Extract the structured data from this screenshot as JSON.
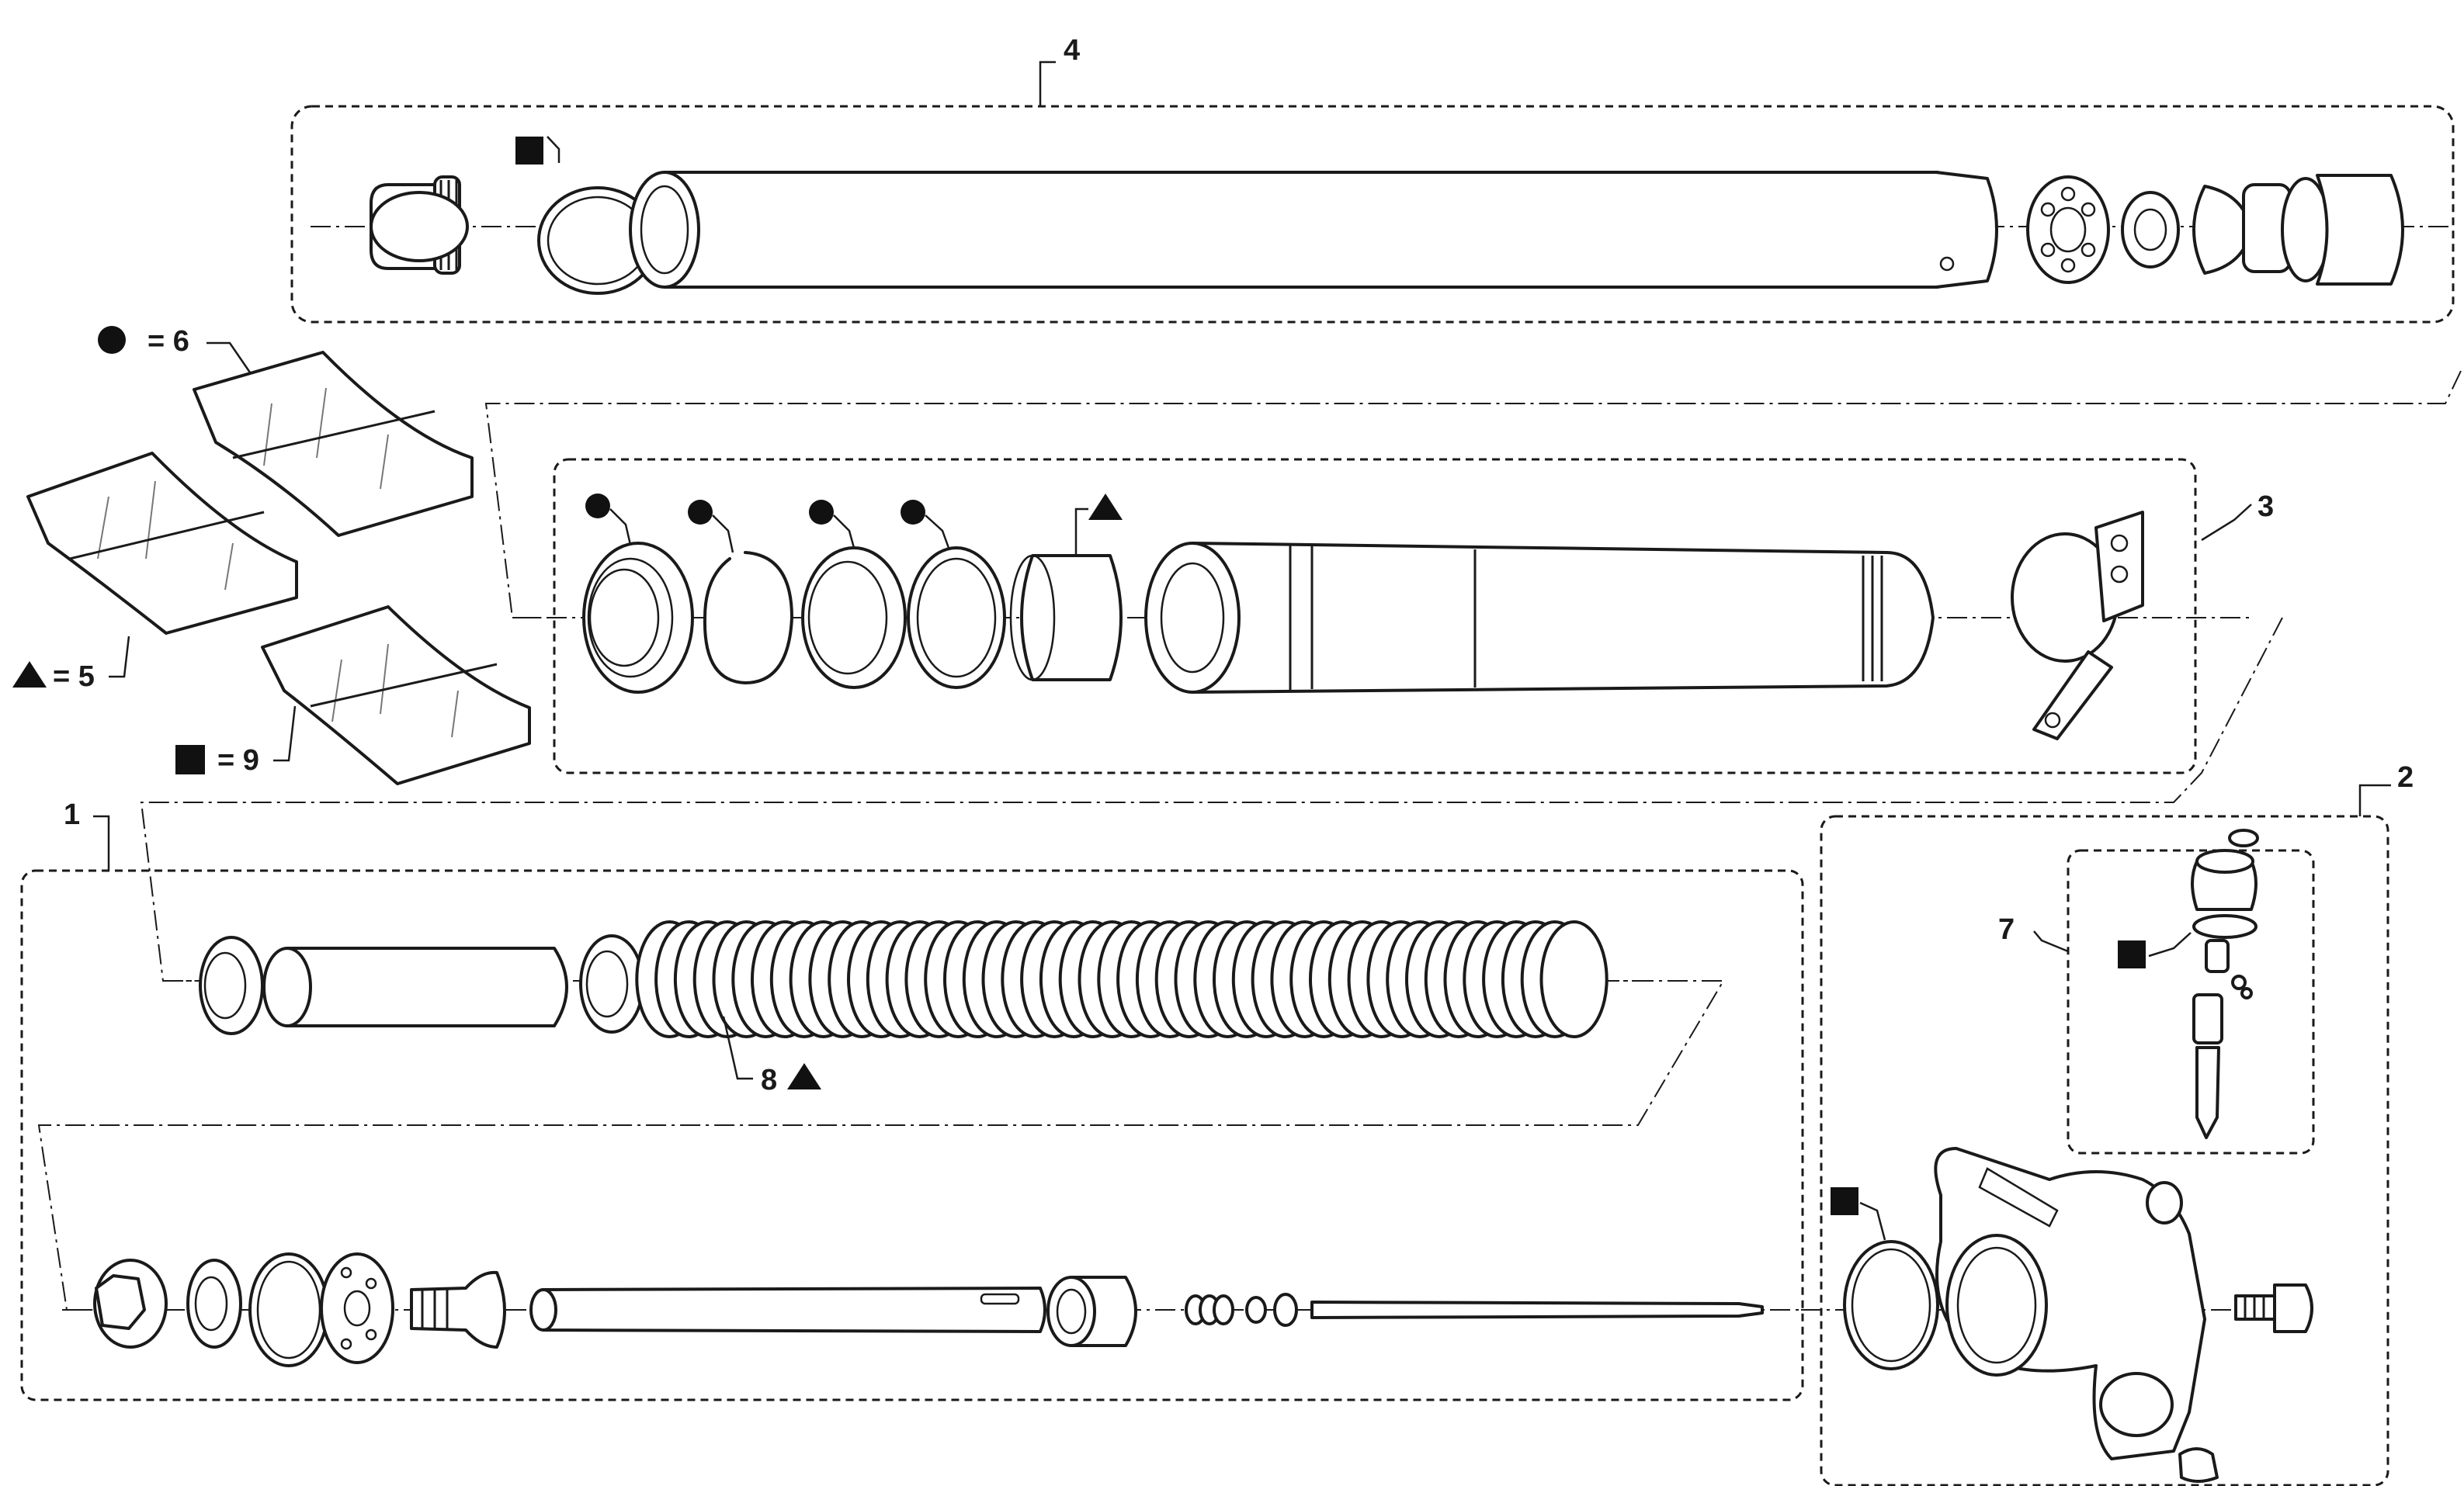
{
  "callouts": {
    "c1": "1",
    "c2": "2",
    "c3": "3",
    "c4": "4",
    "c7": "7",
    "c8": "8"
  },
  "legend": {
    "circle": {
      "symbol": "circle",
      "text": "= 6"
    },
    "triangle": {
      "symbol": "triangle",
      "text": "= 5"
    },
    "square": {
      "symbol": "square",
      "text": "= 9"
    }
  },
  "colors": {
    "line": "#1a1a1a",
    "background": "#ffffff"
  }
}
